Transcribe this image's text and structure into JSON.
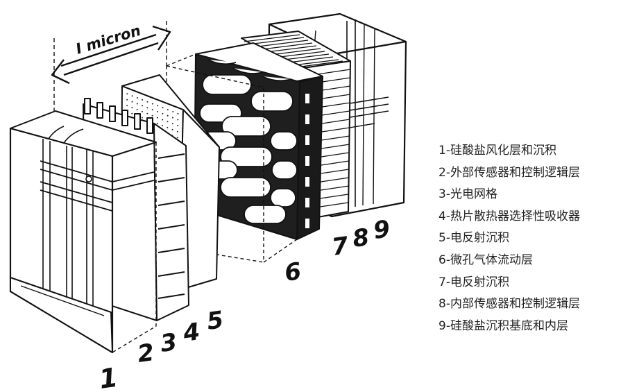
{
  "scale_label": "I micron",
  "layer_numbers": [
    "1",
    "2",
    "3",
    "4",
    "5",
    "6",
    "7",
    "8",
    "9"
  ],
  "legend": [
    "1-硅酸盐风化层和沉积",
    "2-外部传感器和控制逻辑层",
    "3-光电网格",
    "4-热片散热器选择性吸收器",
    "5-电反射沉积",
    "6-微孔气体流动层",
    "7-电反射沉积",
    "8-内部传感器和控制逻辑层",
    "9-硅酸盐沉积基底和内层"
  ]
}
